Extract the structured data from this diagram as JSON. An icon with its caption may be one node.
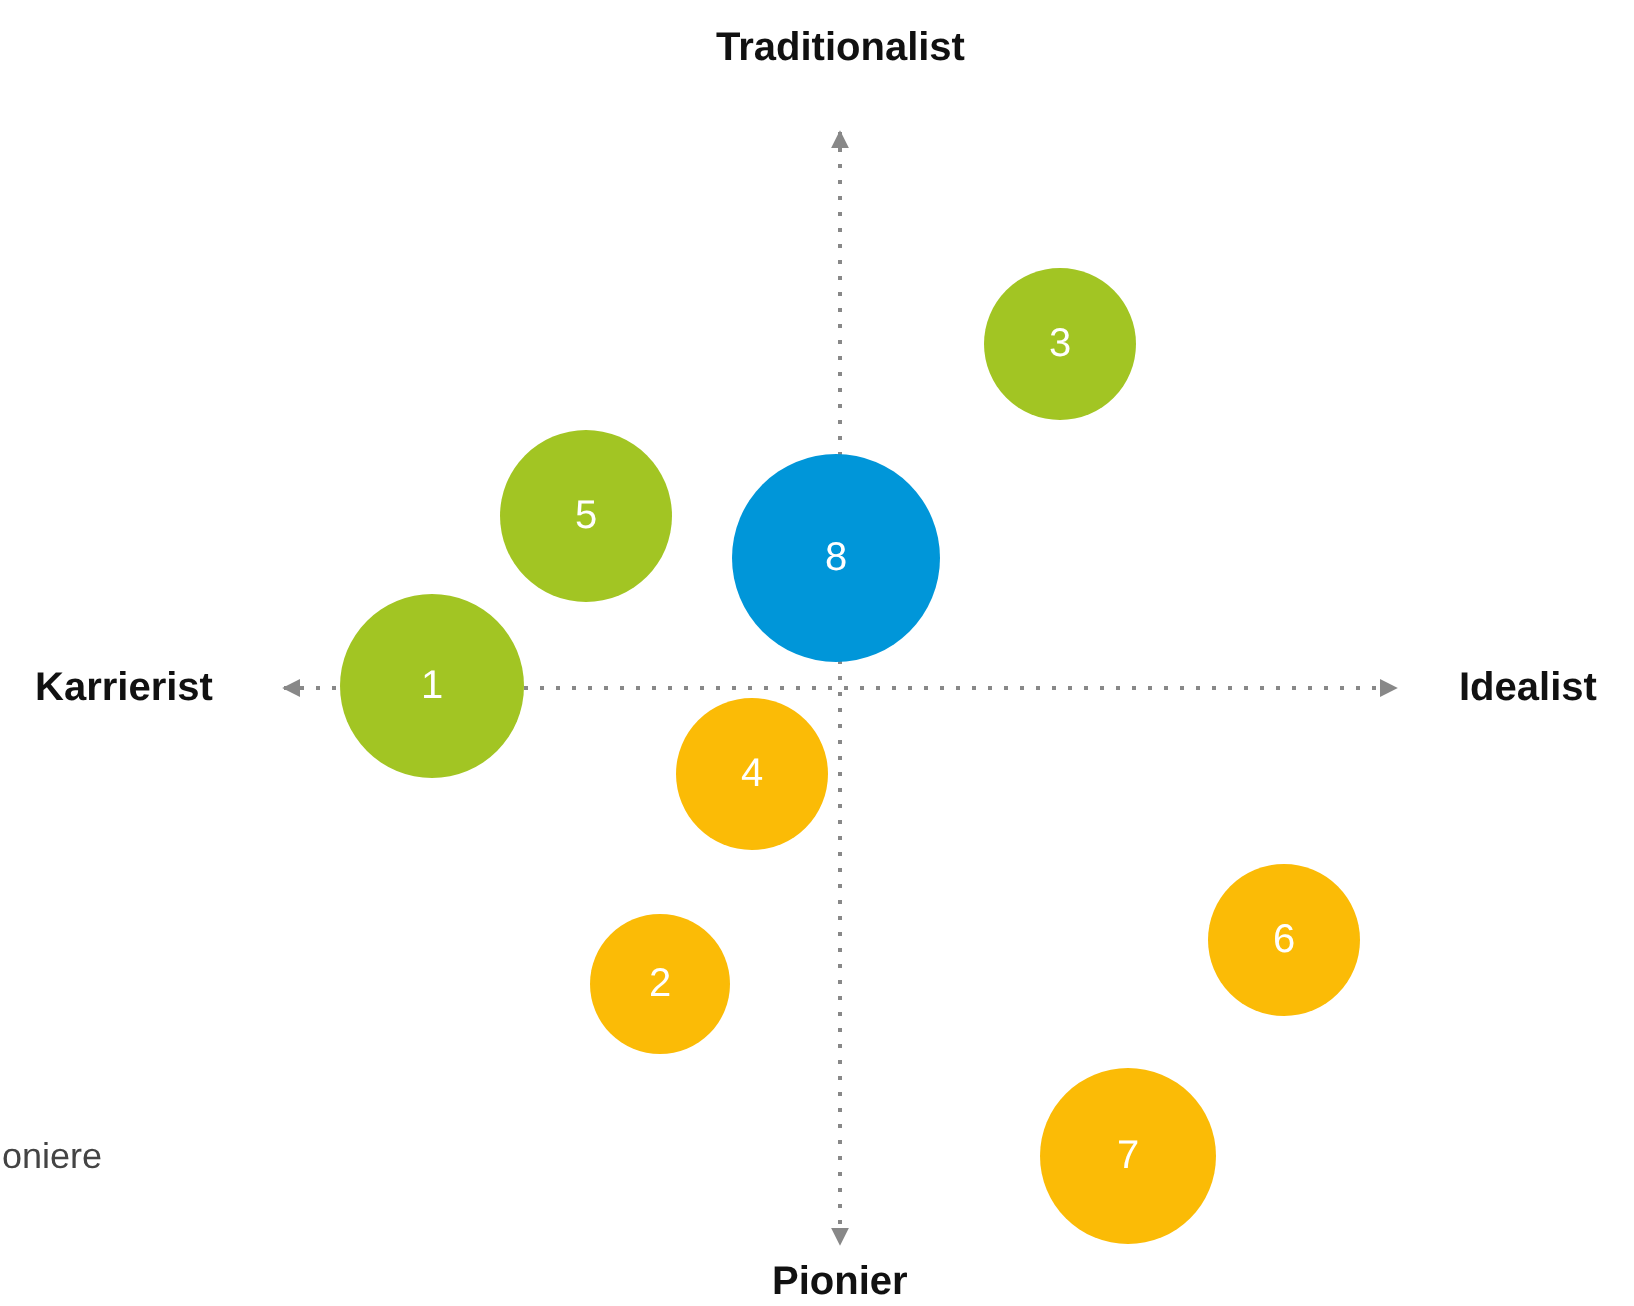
{
  "diagram": {
    "nodes": [
      {
        "text": [
          "3"
        ]
      },
      {
        "text": [
          "5"
        ]
      },
      {
        "text": [
          "8"
        ]
      },
      {
        "text": [
          "1"
        ]
      },
      {
        "text": [
          "4"
        ]
      },
      {
        "text": [
          "6"
        ]
      },
      {
        "text": [
          "2"
        ]
      },
      {
        "text": [
          "7"
        ]
      }
    ],
    "labels": [
      "Traditionalist",
      "Karrierist",
      "Idealist",
      "oniere",
      "Pionier"
    ]
  }
}
